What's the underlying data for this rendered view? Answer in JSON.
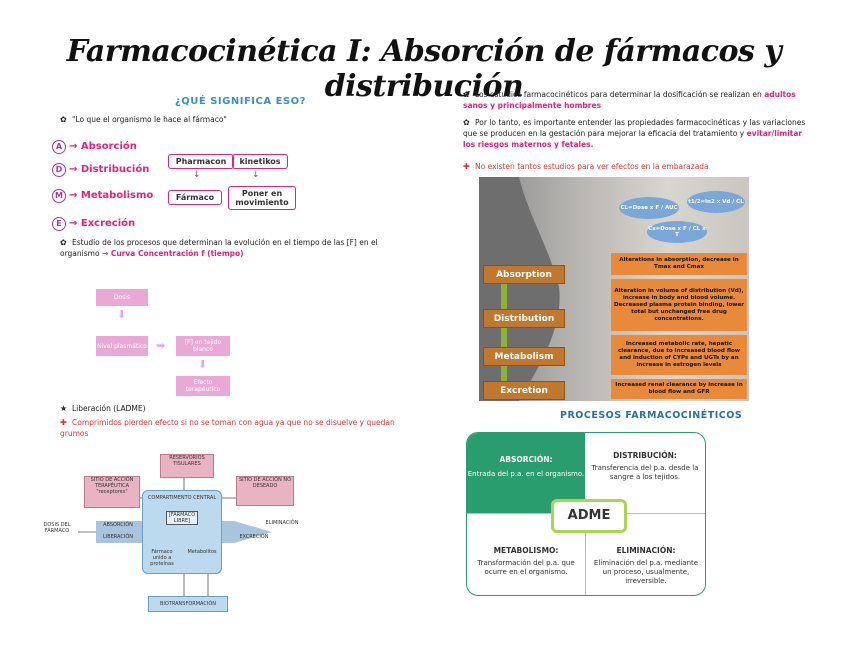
{
  "title": "Farmacocinética I: Absorción de fármacos y distribución",
  "left": {
    "heading": "¿QUÉ SIGNIFICA ESO?",
    "quote": "\"Lo que el organismo le hace al fármaco\"",
    "adme": [
      {
        "letter": "A",
        "word": "Absorción"
      },
      {
        "letter": "D",
        "word": "Distribución"
      },
      {
        "letter": "M",
        "word": "Metabolismo"
      },
      {
        "letter": "E",
        "word": "Excreción"
      }
    ],
    "etymology": {
      "pharmacon": "Pharmacon",
      "kinetikos": "kinetikos",
      "farmaco": "Fármaco",
      "poner": "Poner en movimiento"
    },
    "study_text": "Estudio de los procesos que determinan la evolución en el tiempo de las [F] en el organismo",
    "study_curve": "Curva Concentración f (tiempo)",
    "flow": {
      "dosis": "Dosis",
      "nivel": "Nivel plasmático",
      "tejido": "[F] en tejido blanco",
      "efecto": "Efecto terapéutico"
    },
    "liberacion": "Liberación (LADME)",
    "comprimidos": "Comprimidos pierden efecto si no se toman con agua ya que no se disuelve y quedan grumos",
    "diagram": {
      "reservorios": "RESERVORIOS TISULARES",
      "accion_ter": "SITIO DE ACCIÓN TERAPÉUTICA \"receptores\"",
      "accion_no": "SITIO DE ACCIÓN NO DESEADO",
      "compartimento": "COMPARTIMENTO CENTRAL",
      "libre": "[FÁRMACO LIBRE]",
      "unido": "Fármaco unido a proteínas",
      "metabolitos": "Metabolitos",
      "dosis": "DOSIS DEL FÁRMACO",
      "absorcion": "ABSORCIÓN",
      "liberacion": "LIBERACIÓN",
      "eliminacion": "ELIMINACIÓN",
      "excrecion": "EXCRECIÓN",
      "biotransformacion": "BIOTRANSFORMACIÓN"
    }
  },
  "right": {
    "p1_a": "Los estudios farmacocinéticos para determinar la dosificación se realizan en ",
    "p1_b": "adultos sanos y principalmente hombres",
    "p2_a": "Por lo tanto, es importante entender las propiedades farmacocinéticas y las variaciones que se producen en la gestación para mejorar la eficacia del tratamiento y ",
    "p2_b": "evitar/limitar los riesgos maternos y fetales.",
    "p3": "No existen tantos estudios para ver efectos en la embarazada",
    "pregnancy": {
      "formula1": "CL=Dose x F / AUC",
      "formula2": "t1/2=ln2 x Vd / CL",
      "formula3": "Cs=Dose x F / CL x T",
      "stages": [
        "Absorption",
        "Distribution",
        "Metabolism",
        "Excretion"
      ],
      "notes": [
        "Alterations in absorption, decrease in Tmax and Cmax",
        "Alteration in volume of distribution (Vd), increase in body and blood volume. Decreased plasma protein binding, lower total but unchanged free drug concentrations.",
        "Increased metabolic rate, hepatic clearance, due to increased blood flow and induction of CYPs and UGTs by an increase in estrogen levels",
        "Increased renal clearance by increase in blood flow and GFR"
      ]
    },
    "procesos_title": "PROCESOS FARMACOCINÉTICOS",
    "quadrants": {
      "center": "ADME",
      "abs_title": "ABSORCIÓN:",
      "abs_text": "Entrada del p.a. en el organismo.",
      "dist_title": "DISTRIBUCIÓN:",
      "dist_text": "Transferencia del p.a. desde la sangre a los tejidos.",
      "met_title": "METABOLISMO:",
      "met_text": "Transformación del p.a. que ocurre en el organismo.",
      "elim_title": "ELIMINACIÓN:",
      "elim_text": "Eliminación del p.a. mediante un proceso, usualmente, irreversible."
    }
  },
  "colors": {
    "pink": "#e8207a",
    "green": "#2a9d6e",
    "blue_heading": "#3a8fc9",
    "purple": "#b0379a"
  }
}
